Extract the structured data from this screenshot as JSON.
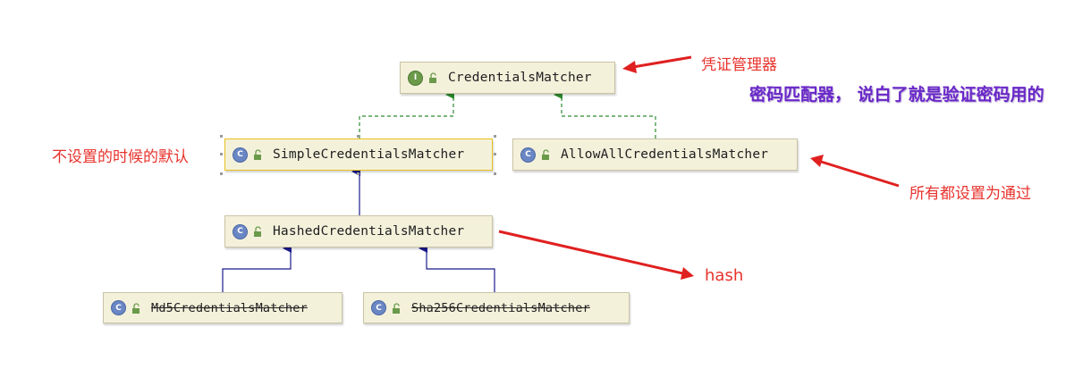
{
  "diagram": {
    "nodes": {
      "credentials_matcher": {
        "kind": "I",
        "name": "CredentialsMatcher"
      },
      "simple_credentials_matcher": {
        "kind": "C",
        "name": "SimpleCredentialsMatcher"
      },
      "allow_all_credentials_matcher": {
        "kind": "C",
        "name": "AllowAllCredentialsMatcher"
      },
      "hashed_credentials_matcher": {
        "kind": "C",
        "name": "HashedCredentialsMatcher"
      },
      "md5_credentials_matcher": {
        "kind": "C",
        "name": "Md5CredentialsMatcher"
      },
      "sha256_credentials_matcher": {
        "kind": "C",
        "name": "Sha256CredentialsMatcher"
      }
    },
    "colors": {
      "implements_edge": "#2e8b2e",
      "extends_edge": "#1a1a8c",
      "annotation_arrow": "#e02020",
      "annotation_text": "#e8322c",
      "highlight_text": "#6a28c8"
    }
  },
  "annotations": {
    "credentials_manager": "凭证管理器",
    "password_matcher_summary": "密码匹配器， 说白了就是验证密码用的",
    "default_when_unset": "不设置的时候的默认",
    "all_pass": "所有都设置为通过",
    "hash": "hash"
  }
}
